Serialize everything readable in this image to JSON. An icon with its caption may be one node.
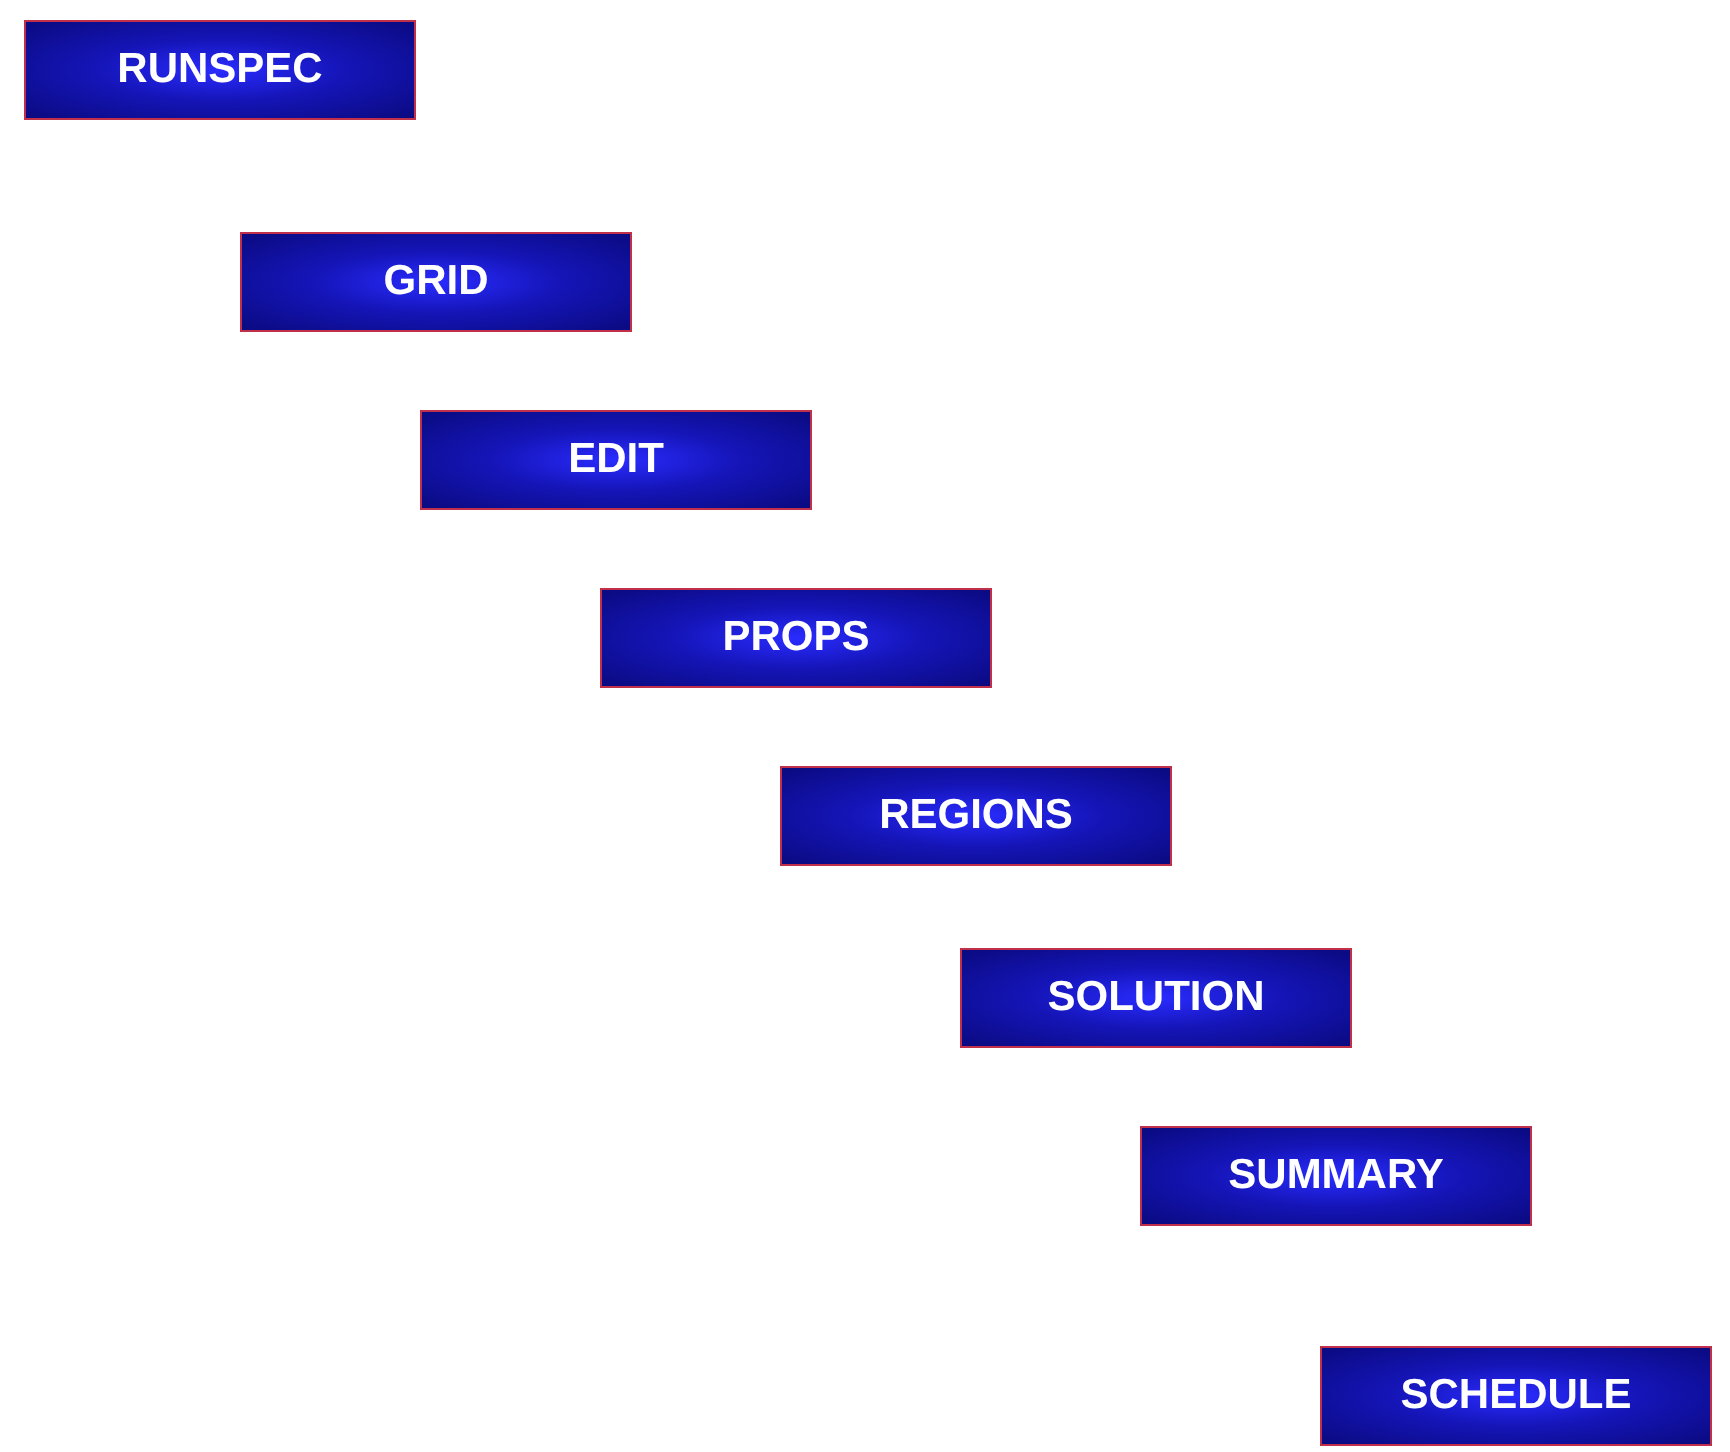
{
  "diagram": {
    "nodes": [
      {
        "text": [
          "RUNSPEC"
        ]
      },
      {
        "text": [
          "GRID"
        ]
      },
      {
        "text": [
          "EDIT"
        ]
      },
      {
        "text": [
          "PROPS"
        ]
      },
      {
        "text": [
          "REGIONS"
        ]
      },
      {
        "text": [
          "SOLUTION"
        ]
      },
      {
        "text": [
          "SUMMARY"
        ]
      },
      {
        "text": [
          "SCHEDULE"
        ]
      }
    ]
  }
}
